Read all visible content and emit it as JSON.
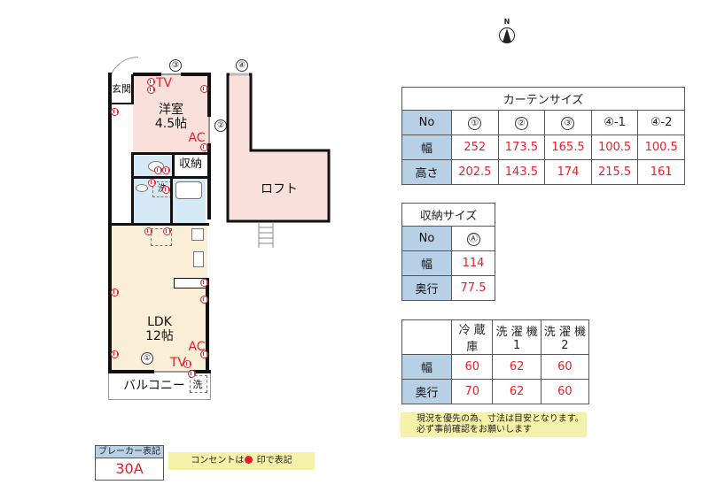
{
  "compass": {
    "label": "N"
  },
  "floorplan": {
    "rooms": {
      "entrance": "玄関",
      "western_room": "洋室",
      "western_room_size": "4.5帖",
      "storage": "収納",
      "ldk": "LDK",
      "ldk_size": "12帖",
      "balcony": "バルコニー",
      "loft": "ロフト"
    },
    "labels": {
      "tv_1": "TV",
      "ac_1": "AC",
      "tv_2": "TV",
      "ac_2": "AC",
      "washer": "洗",
      "washer_balcony": "洗"
    },
    "window_markers": [
      "①",
      "②",
      "③",
      "④"
    ],
    "storage_marker": "Ⓐ"
  },
  "curtain_table": {
    "title": "カーテンサイズ",
    "row_headers": [
      "No",
      "幅",
      "高さ"
    ],
    "columns": [
      "①",
      "②",
      "③",
      "④-1",
      "④-2"
    ],
    "width": [
      "252",
      "173.5",
      "165.5",
      "100.5",
      "100.5"
    ],
    "height": [
      "202.5",
      "143.5",
      "174",
      "215.5",
      "161"
    ]
  },
  "storage_table": {
    "title": "収納サイズ",
    "row_headers": [
      "No",
      "幅",
      "奥行"
    ],
    "column": "Ⓐ",
    "width": "114",
    "depth": "77.5"
  },
  "appliance_table": {
    "row_headers": [
      "幅",
      "奥行"
    ],
    "columns": [
      "冷 蔵 庫",
      "洗 濯 機1",
      "洗 濯 機2"
    ],
    "width": [
      "60",
      "62",
      "60"
    ],
    "depth": [
      "70",
      "62",
      "60"
    ]
  },
  "notes": {
    "line1": "現況を優先の為、寸法は目安となります。",
    "line2": "必ず事前確認をお願いします"
  },
  "breaker": {
    "label": "ブレーカー表記",
    "value": "30A"
  },
  "outlet_note": {
    "prefix": "コンセントは",
    "suffix": " 印で表記"
  },
  "colors": {
    "value_red": "#e8202a",
    "header_blue": "#b8d0e6",
    "note_yellow": "#f5f1a8",
    "room_pink": "#f9e0da",
    "ldk_beige": "#fbefd8",
    "wet_blue": "#d6e9f7"
  }
}
